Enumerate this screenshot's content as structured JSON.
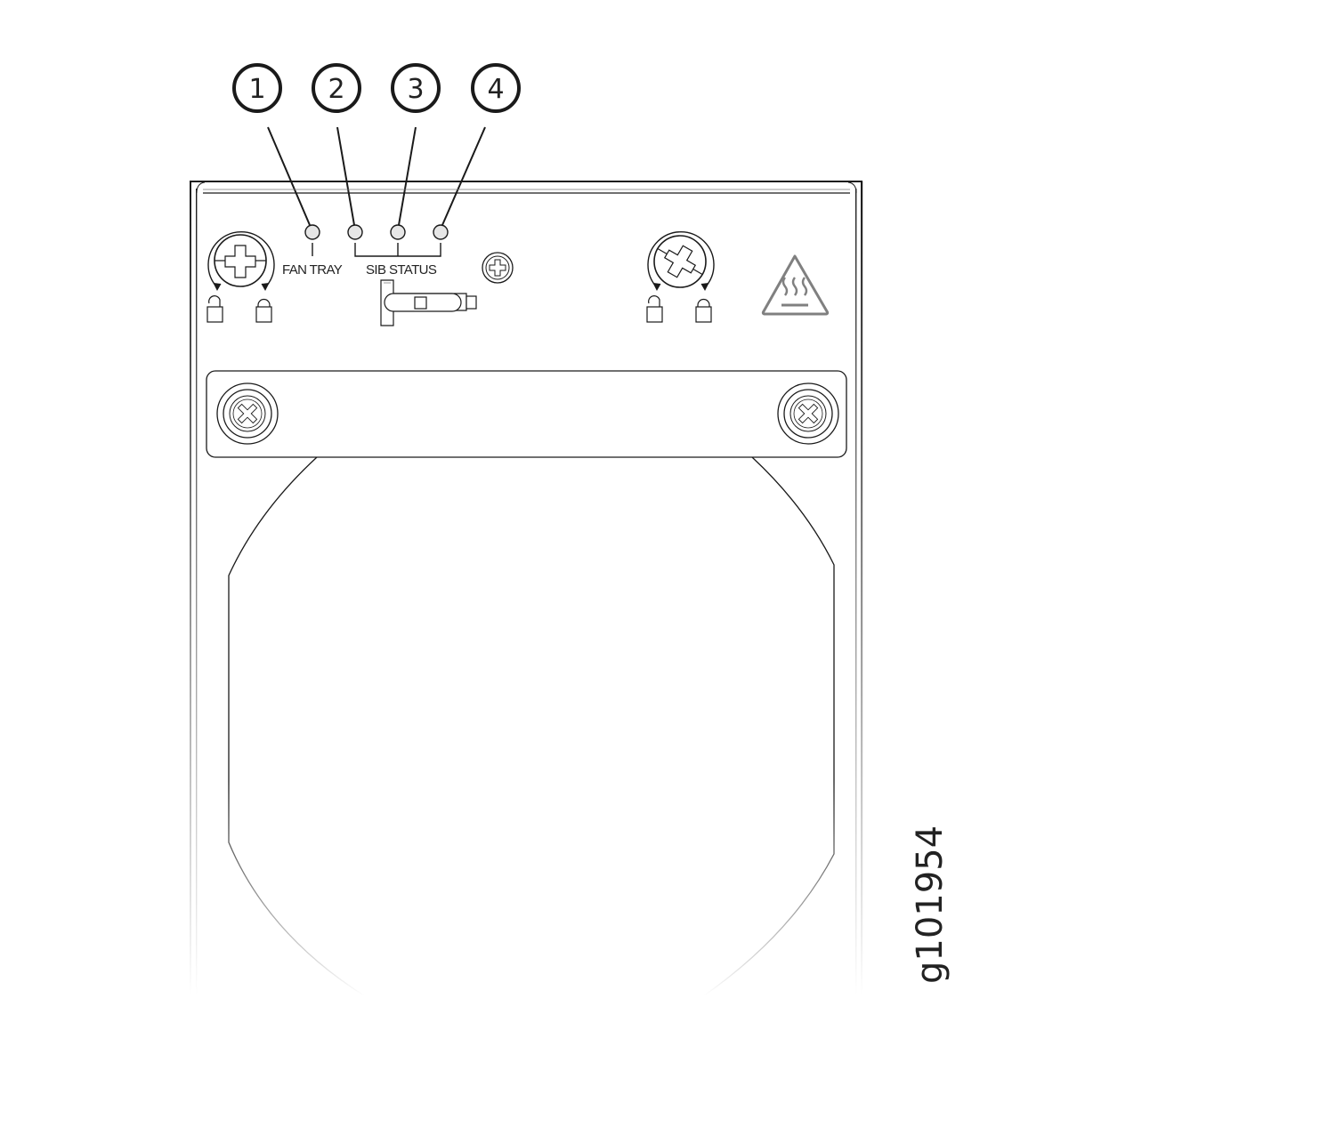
{
  "figure": {
    "id_label": "g101954",
    "subject": "fan tray front panel"
  },
  "callouts": [
    {
      "number": "1",
      "target": "fan-tray-led"
    },
    {
      "number": "2",
      "target": "sib-status-led-1"
    },
    {
      "number": "3",
      "target": "sib-status-led-2"
    },
    {
      "number": "4",
      "target": "sib-status-led-3"
    }
  ],
  "labels": {
    "fan_tray": "FAN TRAY",
    "sib_status": "SIB STATUS"
  },
  "icons": {
    "left_captive_screw": "captive-screw-icon",
    "right_captive_screw": "captive-screw-icon",
    "unlock": "unlock-icon",
    "lock": "lock-icon",
    "hot_surface_warning": "hot-surface-warning-icon",
    "esd_point": "esd-screw-icon",
    "handle_screws": "screw-icon"
  },
  "colors": {
    "line": "#1a1a1a",
    "led_fill": "#e6e6e6",
    "warning_gray": "#808080"
  }
}
